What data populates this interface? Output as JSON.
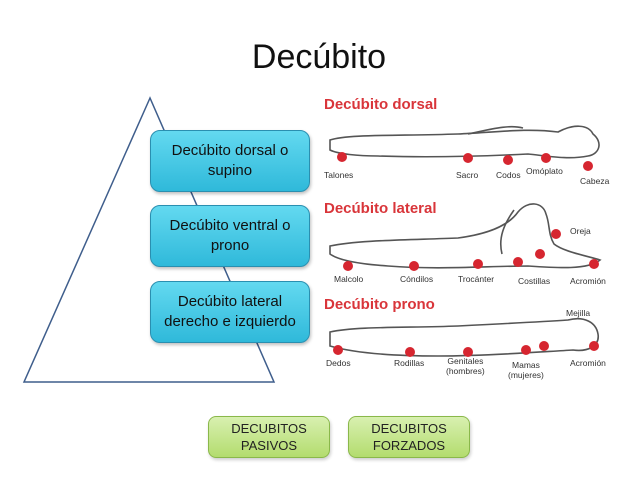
{
  "title": "Decúbito",
  "levels": [
    {
      "label": "Decúbito dorsal o\nsupino"
    },
    {
      "label": "Decúbito ventral o\nprono"
    },
    {
      "label": "Decúbito lateral\nderecho e izquierdo"
    }
  ],
  "buttons": [
    {
      "label": "DECUBITOS\nPASIVOS"
    },
    {
      "label": "DECUBITOS\nFORZADOS"
    }
  ],
  "figures": {
    "dorsal": {
      "title": "Decúbito dorsal",
      "points": [
        "Talones",
        "Sacro",
        "Codos",
        "Omóplato",
        "Cabeza"
      ]
    },
    "lateral": {
      "title": "Decúbito lateral",
      "points": [
        "Malcolo",
        "Cóndilos",
        "Trocánter",
        "Costillas",
        "Acromión",
        "Oreja"
      ]
    },
    "prono": {
      "title": "Decúbito prono",
      "points": [
        "Dedos",
        "Rodillas",
        "Genitales\n(hombres)",
        "Mamas\n(mujeres)",
        "Acromión",
        "Mejilla"
      ]
    }
  },
  "colors": {
    "box_fill": "#3cc4e0",
    "button_fill": "#c5e68f",
    "point": "#d62630",
    "figure_title": "#d9353a"
  }
}
